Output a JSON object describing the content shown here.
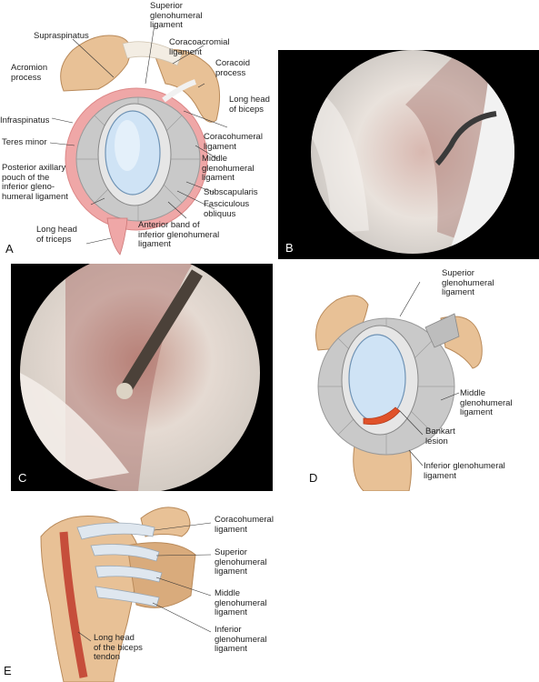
{
  "panel_a": {
    "letter": "A",
    "labels": {
      "superior_gh_ligament": "Superior\nglenohumeral\nligament",
      "supraspinatus": "Supraspinatus",
      "coracoacromial_ligament": "Coracoacromial\nligament",
      "acromion_process": "Acromion\nprocess",
      "coracoid_process": "Coracoid\nprocess",
      "long_head_biceps": "Long head\nof biceps",
      "infraspinatus": "Infraspinatus",
      "teres_minor": "Teres minor",
      "coracohumeral_ligament": "Coracohumeral\nligament",
      "middle_gh_ligament": "Middle\nglenohumeral\nligament",
      "posterior_axillary_pouch": "Posterior axillary\npouch of the\ninferior gleno-\nhumeral ligament",
      "subscapularis": "Subscapularis",
      "fasciculous_obliquus": "Fasciculous\nobliquus",
      "anterior_band_igh": "Anterior band of\ninferior glenohumeral\nligament",
      "long_head_triceps": "Long head\nof triceps"
    }
  },
  "panel_b": {
    "letter": "B"
  },
  "panel_c": {
    "letter": "C"
  },
  "panel_d": {
    "letter": "D",
    "labels": {
      "superior_gh_ligament": "Superior\nglenohumeral\nligament",
      "middle_gh_ligament": "Middle\nglenohumeral\nligament",
      "bankart_lesion": "Bankart\nlesion",
      "inferior_gh_ligament": "Inferior glenohumeral\nligament"
    }
  },
  "panel_e": {
    "letter": "E",
    "labels": {
      "coracohumeral_ligament": "Coracohumeral\nligament",
      "superior_gh_ligament": "Superior\nglenohumeral\nligament",
      "middle_gh_ligament": "Middle\nglenohumeral\nligament",
      "inferior_gh_ligament": "Inferior\nglenohumeral\nligament",
      "long_head_biceps_tendon": "Long head\nof the biceps\ntendon"
    }
  },
  "colors": {
    "bone": "#e8c196",
    "bone_shade": "#c99666",
    "cartilage": "#cfe3f5",
    "labrum": "#dcdcdc",
    "muscle_pink": "#efa7a7",
    "bankart": "#e0522a",
    "scope_dark": "#000000"
  }
}
